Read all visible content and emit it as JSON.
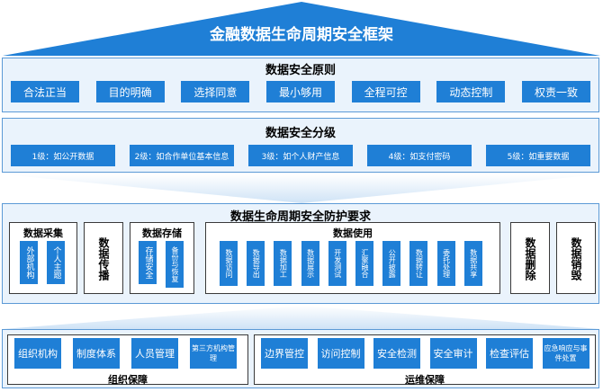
{
  "title": "金融数据生命周期安全框架",
  "principles": {
    "title": "数据安全原则",
    "items": [
      "合法正当",
      "目的明确",
      "选择同意",
      "最小够用",
      "全程可控",
      "动态控制",
      "权责一致"
    ]
  },
  "grading": {
    "title": "数据安全分级",
    "items": [
      "1级：如公开数据",
      "2级：如合作单位基本信息",
      "3级：如个人财产信息",
      "4级：如支付密码",
      "5级：如重要数据"
    ]
  },
  "lifecycle": {
    "title": "数据生命周期安全防护要求",
    "collect": {
      "title": "数据采集",
      "items": [
        "外部机构",
        "个人主题"
      ]
    },
    "transfer": "数据传播",
    "storage": {
      "title": "数据存储",
      "items": [
        "存储安全",
        "备份与恢复"
      ]
    },
    "use": {
      "title": "数据使用",
      "items": [
        "数据访问",
        "数据导出",
        "数据加工",
        "数据展示",
        "开发测试",
        "汇聚融合",
        "公开披露",
        "数据转让",
        "委托处理",
        "数据共享"
      ]
    },
    "delete": "数据删除",
    "destroy": "数据销毁"
  },
  "guarantee": {
    "org": {
      "title": "组织保障",
      "items": [
        "组织机构",
        "制度体系",
        "人员管理",
        "第三方机构管理"
      ]
    },
    "ops": {
      "title": "运维保障",
      "items": [
        "边界管控",
        "访问控制",
        "安全检测",
        "安全审计",
        "检查评估",
        "应急响应与事件处置"
      ]
    }
  }
}
